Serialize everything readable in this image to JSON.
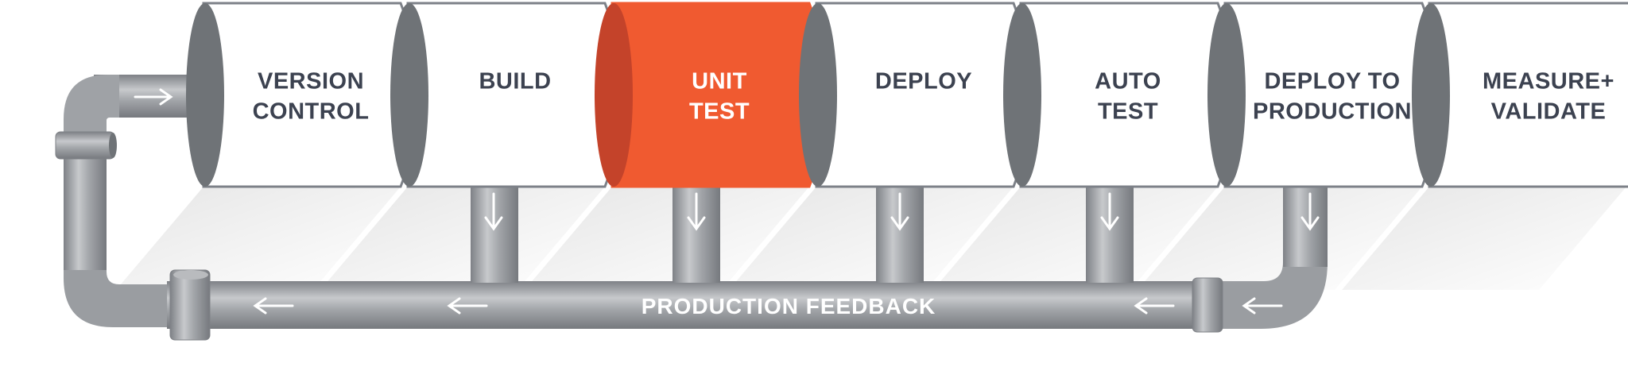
{
  "stages": [
    {
      "line1": "VERSION",
      "line2": "CONTROL",
      "highlight": false
    },
    {
      "line1": "BUILD",
      "line2": "",
      "highlight": false
    },
    {
      "line1": "UNIT",
      "line2": "TEST",
      "highlight": true
    },
    {
      "line1": "DEPLOY",
      "line2": "",
      "highlight": false
    },
    {
      "line1": "AUTO",
      "line2": "TEST",
      "highlight": false
    },
    {
      "line1": "DEPLOY TO",
      "line2": "PRODUCTION",
      "highlight": false
    },
    {
      "line1": "MEASURE+",
      "line2": "VALIDATE",
      "highlight": false
    }
  ],
  "feedback": {
    "label": "PRODUCTION FEEDBACK"
  },
  "colors": {
    "accent": "#f05a30",
    "accent_dark": "#c4432a",
    "pipe": "#9a9ca1",
    "pipe_dark": "#6f7377",
    "cap": "#6f7377",
    "text_dark": "#3c4250",
    "outline": "#7d8188"
  },
  "icons": [
    "arrow-down-icon",
    "arrow-left-icon",
    "arrow-right-icon"
  ]
}
